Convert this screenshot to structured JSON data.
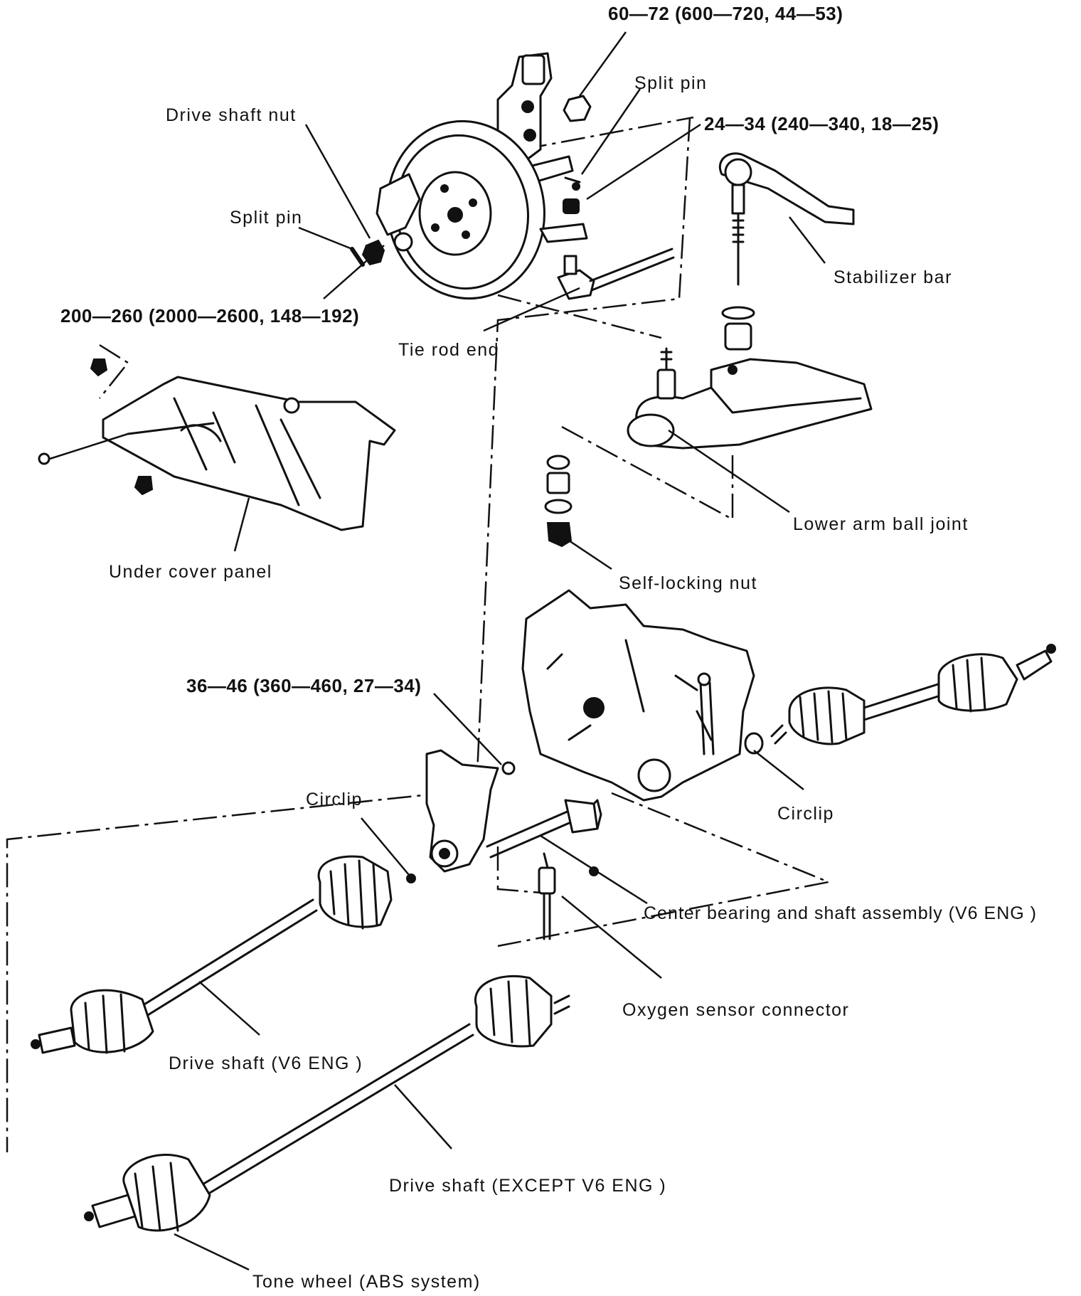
{
  "labels": {
    "torque_hub": "60—72 (600—720, 44—53)",
    "split_pin_top": "Split pin",
    "torque_tie_rod": "24—34 (240—340, 18—25)",
    "drive_shaft_nut": "Drive shaft nut",
    "split_pin_left": "Split pin",
    "stabilizer_bar": "Stabilizer bar",
    "torque_under_cover": "200—260 (2000—2600, 148—192)",
    "tie_rod_end": "Tie rod end",
    "lower_arm_ball_joint": "Lower arm ball joint",
    "under_cover_panel": "Under cover panel",
    "self_locking_nut": "Self-locking nut",
    "torque_center_bearing": "36—46 (360—460, 27—34)",
    "circlip_left": "Circlip",
    "circlip_right": "Circlip",
    "center_bearing": "Center bearing and shaft assembly (V6 ENG )",
    "oxygen_sensor_connector": "Oxygen sensor connector",
    "drive_shaft_v6": "Drive shaft (V6 ENG )",
    "drive_shaft_except_v6": "Drive shaft (EXCEPT V6 ENG )",
    "tone_wheel": "Tone wheel (ABS system)"
  },
  "icons": [
    "hub-knuckle-icon",
    "brake-disc-icon",
    "drive-shaft-icon",
    "transaxle-icon",
    "ball-joint-icon",
    "stabilizer-bar-icon",
    "under-cover-panel-icon",
    "nut-icon",
    "bolt-icon"
  ]
}
